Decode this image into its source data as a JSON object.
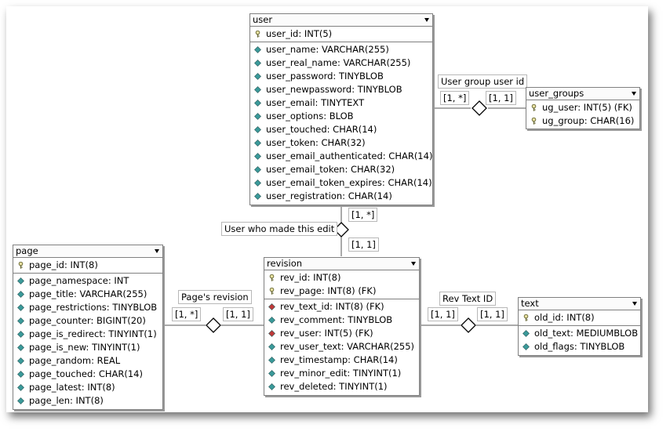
{
  "colors": {
    "diamond_attr": "#3a9a9a",
    "fk_attr": "#c03838",
    "key_icon": "#6b6b3a"
  },
  "entities": {
    "user": {
      "name": "user",
      "pk": [
        {
          "text": "user_id: INT(5)",
          "kind": "key"
        }
      ],
      "cols": [
        {
          "text": "user_name: VARCHAR(255)",
          "kind": "attr"
        },
        {
          "text": "user_real_name: VARCHAR(255)",
          "kind": "attr"
        },
        {
          "text": "user_password: TINYBLOB",
          "kind": "attr"
        },
        {
          "text": "user_newpassword: TINYBLOB",
          "kind": "attr"
        },
        {
          "text": "user_email: TINYTEXT",
          "kind": "attr"
        },
        {
          "text": "user_options: BLOB",
          "kind": "attr"
        },
        {
          "text": "user_touched: CHAR(14)",
          "kind": "attr"
        },
        {
          "text": "user_token: CHAR(32)",
          "kind": "attr"
        },
        {
          "text": "user_email_authenticated: CHAR(14)",
          "kind": "attr"
        },
        {
          "text": "user_email_token: CHAR(32)",
          "kind": "attr"
        },
        {
          "text": "user_email_token_expires: CHAR(14)",
          "kind": "attr"
        },
        {
          "text": "user_registration: CHAR(14)",
          "kind": "attr"
        }
      ]
    },
    "user_groups": {
      "name": "user_groups",
      "pk": [
        {
          "text": "ug_user: INT(5) (FK)",
          "kind": "key"
        },
        {
          "text": "ug_group: CHAR(16)",
          "kind": "key"
        }
      ],
      "cols": []
    },
    "page": {
      "name": "page",
      "pk": [
        {
          "text": "page_id: INT(8)",
          "kind": "key"
        }
      ],
      "cols": [
        {
          "text": "page_namespace: INT",
          "kind": "attr"
        },
        {
          "text": "page_title: VARCHAR(255)",
          "kind": "attr"
        },
        {
          "text": "page_restrictions: TINYBLOB",
          "kind": "attr"
        },
        {
          "text": "page_counter: BIGINT(20)",
          "kind": "attr"
        },
        {
          "text": "page_is_redirect: TINYINT(1)",
          "kind": "attr"
        },
        {
          "text": "page_is_new: TINYINT(1)",
          "kind": "attr"
        },
        {
          "text": "page_random: REAL",
          "kind": "attr"
        },
        {
          "text": "page_touched: CHAR(14)",
          "kind": "attr"
        },
        {
          "text": "page_latest: INT(8)",
          "kind": "attr"
        },
        {
          "text": "page_len: INT(8)",
          "kind": "attr"
        }
      ]
    },
    "revision": {
      "name": "revision",
      "pk": [
        {
          "text": "rev_id: INT(8)",
          "kind": "key"
        },
        {
          "text": "rev_page: INT(8) (FK)",
          "kind": "key"
        }
      ],
      "cols": [
        {
          "text": "rev_text_id: INT(8) (FK)",
          "kind": "fk"
        },
        {
          "text": "rev_comment: TINYBLOB",
          "kind": "attr"
        },
        {
          "text": "rev_user: INT(5) (FK)",
          "kind": "fk"
        },
        {
          "text": "rev_user_text: VARCHAR(255)",
          "kind": "attr"
        },
        {
          "text": "rev_timestamp: CHAR(14)",
          "kind": "attr"
        },
        {
          "text": "rev_minor_edit: TINYINT(1)",
          "kind": "attr"
        },
        {
          "text": "rev_deleted: TINYINT(1)",
          "kind": "attr"
        }
      ]
    },
    "text": {
      "name": "text",
      "pk": [
        {
          "text": "old_id: INT(8)",
          "kind": "key"
        }
      ],
      "cols": [
        {
          "text": "old_text: MEDIUMBLOB",
          "kind": "attr"
        },
        {
          "text": "old_flags: TINYBLOB",
          "kind": "attr"
        }
      ]
    }
  },
  "relationships": {
    "user_group": {
      "name": "User group user id",
      "card_from": "[1, *]",
      "card_to": "[1, 1]"
    },
    "user_edit": {
      "name": "User who made this edit",
      "card_from": "[1, *]",
      "card_to": "[1, 1]"
    },
    "page_revision": {
      "name": "Page's revision",
      "card_from": "[1, *]",
      "card_to": "[1, 1]"
    },
    "rev_text": {
      "name": "Rev Text ID",
      "card_from": "[1, 1]",
      "card_to": "[1, 1]"
    }
  }
}
